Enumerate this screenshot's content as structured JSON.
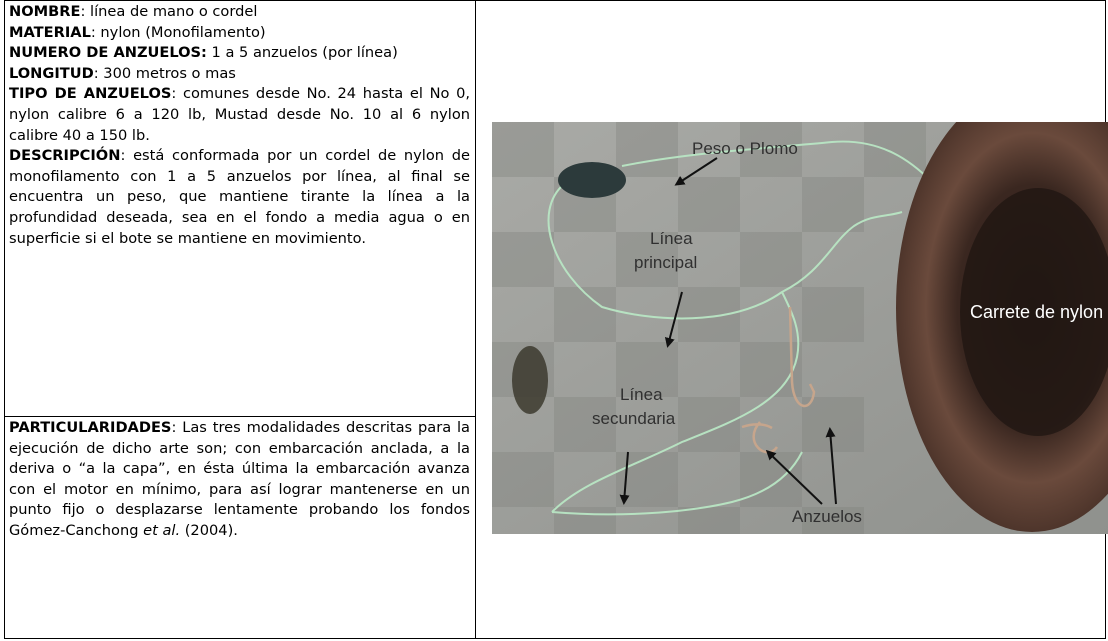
{
  "fields": [
    {
      "label": "NOMBRE",
      "sep": ":",
      "text": " línea de mano o cordel"
    },
    {
      "label": "MATERIAL",
      "sep": ":",
      "text": " nylon (Monofilamento)"
    },
    {
      "label": "NUMERO DE ANZUELOS:",
      "sep": "",
      "text": " 1 a 5 anzuelos (por línea)"
    },
    {
      "label": "LONGITUD",
      "sep": ":",
      "text": " 300 metros o mas"
    },
    {
      "label": "TIPO DE ANZUELOS",
      "sep": ":",
      "text": " comunes desde No. 24 hasta el No 0, nylon calibre 6 a 120 lb, Mustad desde No. 10 al 6 nylon calibre 40 a 150 lb."
    },
    {
      "label": "DESCRIPCIÓN",
      "sep": ":",
      "text": " está conformada por un cordel de nylon de monofilamento con 1 a 5 anzuelos por línea, al final se encuentra un peso, que mantiene tirante la línea a la profundidad deseada, sea en el fondo a media agua o en superficie si el bote se mantiene en movimiento."
    }
  ],
  "particularidades": {
    "label": "PARTICULARIDADES",
    "sep": ":",
    "text_before": " Las tres modalidades descritas para la ejecución de dicho arte son; con embarcación anclada, a la deriva o “a la capa”, en ésta última la embarcación avanza con el motor en mínimo, para así lograr mantenerse en un punto fijo o desplazarse lentamente probando los fondos Gómez-Canchong ",
    "italic": "et al.",
    "text_after": " (2004)."
  },
  "photo_labels": {
    "peso": "Peso o Plomo",
    "linea_principal_1": "Línea",
    "linea_principal_2": "principal",
    "linea_secundaria_1": "Línea",
    "linea_secundaria_2": "secundaria",
    "anzuelos": "Anzuelos",
    "carrete": "Carrete de nylon"
  }
}
